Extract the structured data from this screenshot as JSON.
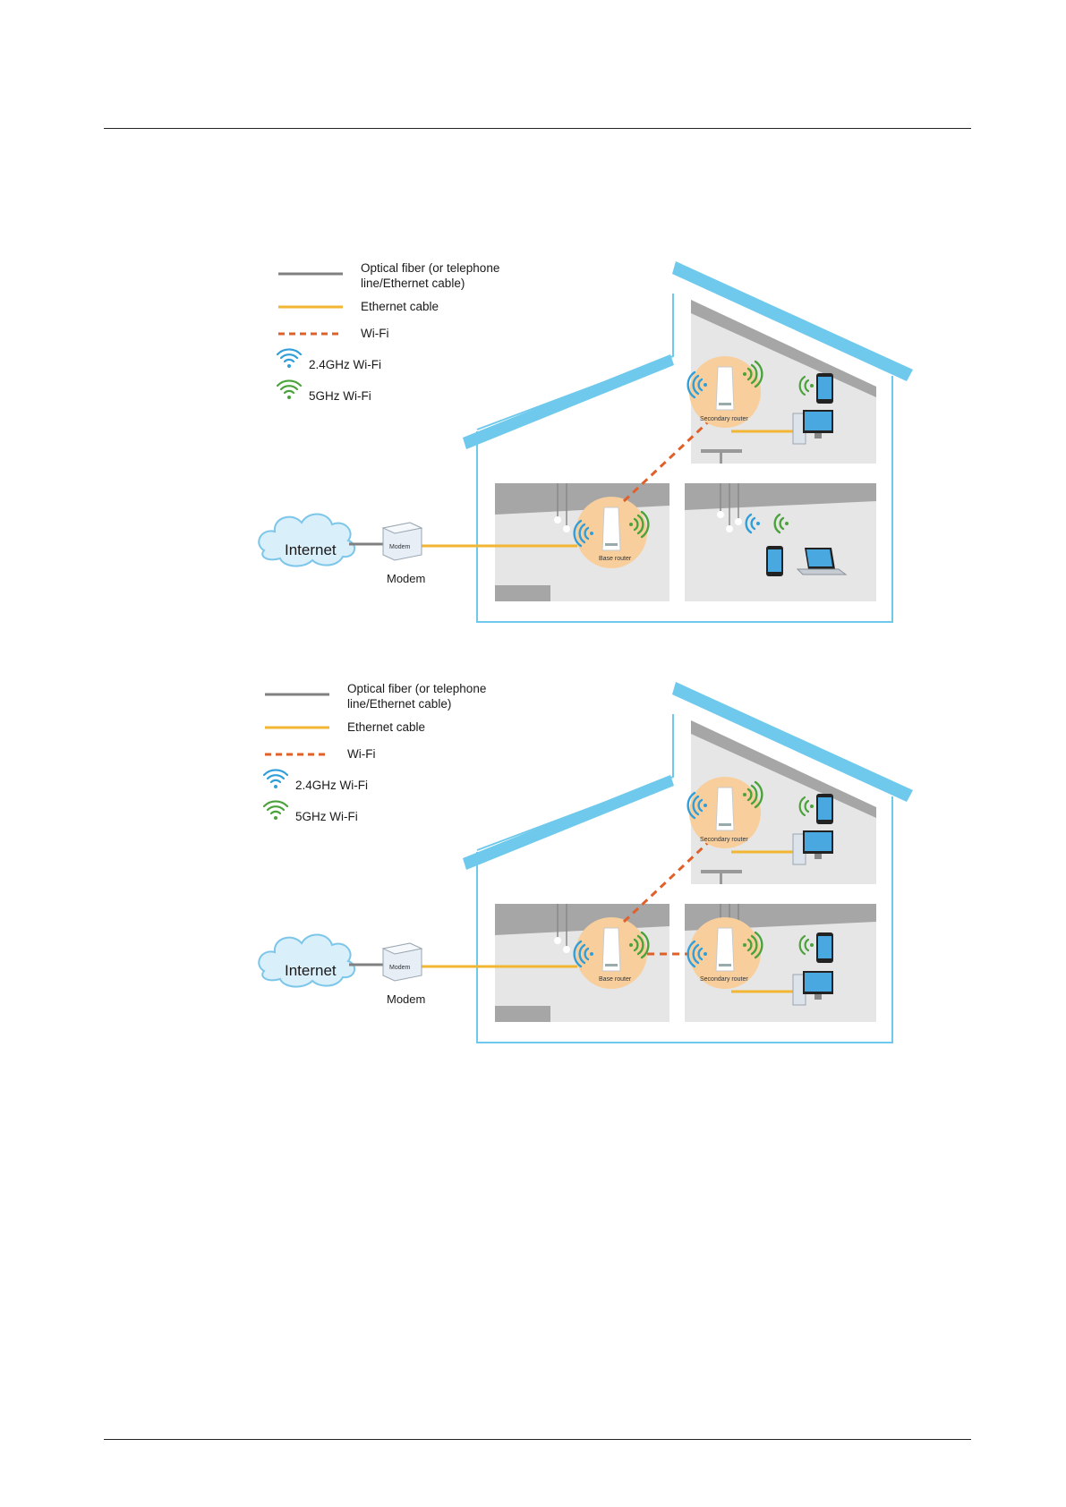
{
  "diagrams": [
    {
      "legend": {
        "fiber_line1": "Optical fiber (or telephone",
        "fiber_line2": "line/Ethernet cable)",
        "ethernet": "Ethernet cable",
        "wifi": "Wi-Fi",
        "band_24": "2.4GHz Wi-Fi",
        "band_5": "5GHz Wi-Fi"
      },
      "internet": "Internet",
      "modem_caption": "Modem",
      "modem_label": "Modem",
      "base_router": "Base router",
      "secondary_router": "Secondary router"
    },
    {
      "legend": {
        "fiber_line1": "Optical fiber (or telephone",
        "fiber_line2": "line/Ethernet cable)",
        "ethernet": "Ethernet cable",
        "wifi": "Wi-Fi",
        "band_24": "2.4GHz Wi-Fi",
        "band_5": "5GHz Wi-Fi"
      },
      "internet": "Internet",
      "modem_caption": "Modem",
      "modem_label": "Modem",
      "base_router": "Base router",
      "secondary_router_upper": "Secondary router",
      "secondary_router_lower": "Secondary router"
    }
  ],
  "colors": {
    "fiber": "#808080",
    "ethernet": "#f2b632",
    "wifi_link": "#e0602a",
    "band_24": "#2f9ed9",
    "band_5": "#4aa33a",
    "roof": "#6ec9ec",
    "router_glow": "#f8cf9c",
    "room": "#e6e6e6"
  }
}
